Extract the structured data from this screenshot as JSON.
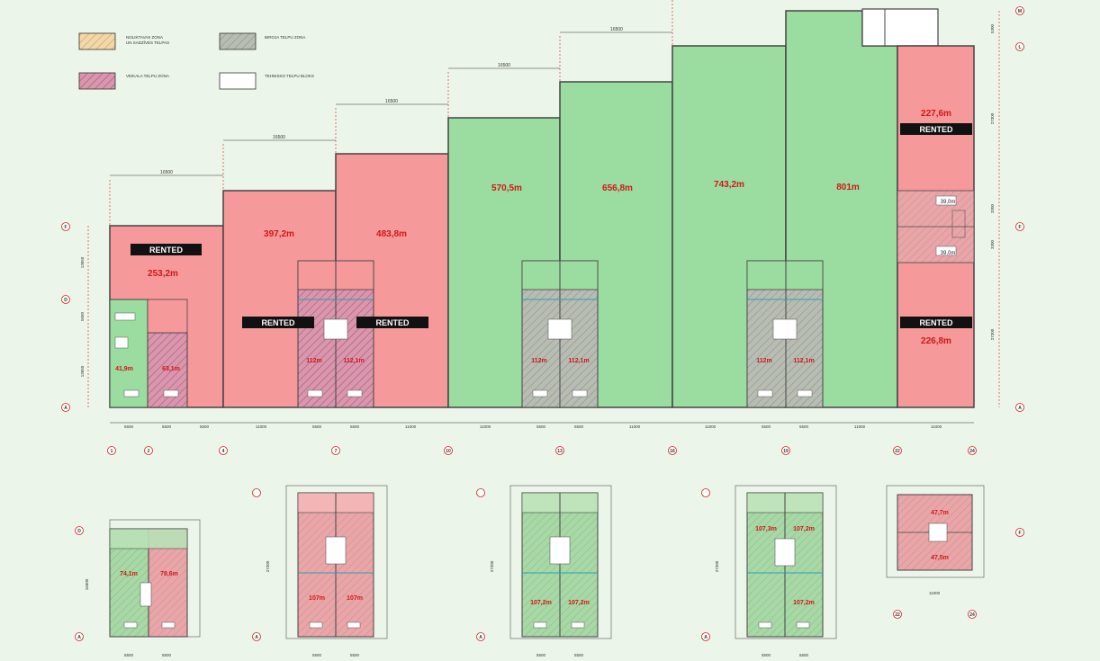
{
  "legend": {
    "kitchen_zone_line1": "NOLIKTAVAS ZONA",
    "kitchen_zone_line2": "UN SADZĪVES TELPAS",
    "office_zone": "BIROJA TELPU ZONA",
    "retail_zone": "VEIKALA TELPU ZONA",
    "tech_zone": "TEHNISKO TELPU BLOKS"
  },
  "rented_label": "RENTED",
  "areas": {
    "unit1": "253,2m",
    "unit2": "397,2m",
    "unit3": "483,8m",
    "unit4": "570,5m",
    "unit5": "656,8m",
    "unit6": "743,2m",
    "unit7": "801m",
    "unit8_top": "227,6m",
    "unit8_bottom": "226,8m",
    "small1a": "41,9m",
    "small1b": "63,1m",
    "office_a1": "112m",
    "office_a2": "112,1m",
    "office_b1": "112m",
    "office_b2": "112,1m",
    "office_c1": "112m",
    "office_c2": "112,1m",
    "tiny1": "39,0m",
    "tiny2": "39,0m"
  },
  "dims_top": [
    "16500",
    "16500",
    "16500",
    "16500",
    "16500"
  ],
  "dims_bottom": [
    "5500",
    "5500",
    "5500",
    "11000",
    "5500",
    "5500",
    "11000",
    "11000",
    "5500",
    "5500",
    "11000",
    "11000",
    "5500",
    "5500",
    "11000",
    "11000"
  ],
  "dims_right": [
    "5300",
    "27300",
    "3300",
    "3300",
    "27300"
  ],
  "dims_left": [
    "13650",
    "5650",
    "13650"
  ],
  "grid_rows": [
    "M",
    "L",
    "F",
    "D",
    "A"
  ],
  "grid_cols": [
    "1",
    "2",
    "4",
    "7",
    "10",
    "13",
    "16",
    "19",
    "22",
    "24"
  ],
  "details": {
    "d1_a": "74,1m",
    "d1_b": "78,6m",
    "d2_a": "107m",
    "d2_b": "107m",
    "d3_a": "107,2m",
    "d3_b": "107,2m",
    "d4_a": "107,3m",
    "d4_b": "107,2m",
    "d4_c": "107,2m",
    "d5_a": "47,7m",
    "d5_b": "47,5m",
    "det_dim_h": "5500",
    "det_dim_v": "27300",
    "det_dim_v2": "16600",
    "det_dim_w": "11000"
  },
  "colors": {
    "rented": "#f6999b",
    "green": "#9bdca0",
    "office_hatch": "#b9bcb5",
    "retail_hatch": "#d590aa",
    "wall": "#555555",
    "area_text": "#d01818",
    "dim_red": "#d42020"
  }
}
